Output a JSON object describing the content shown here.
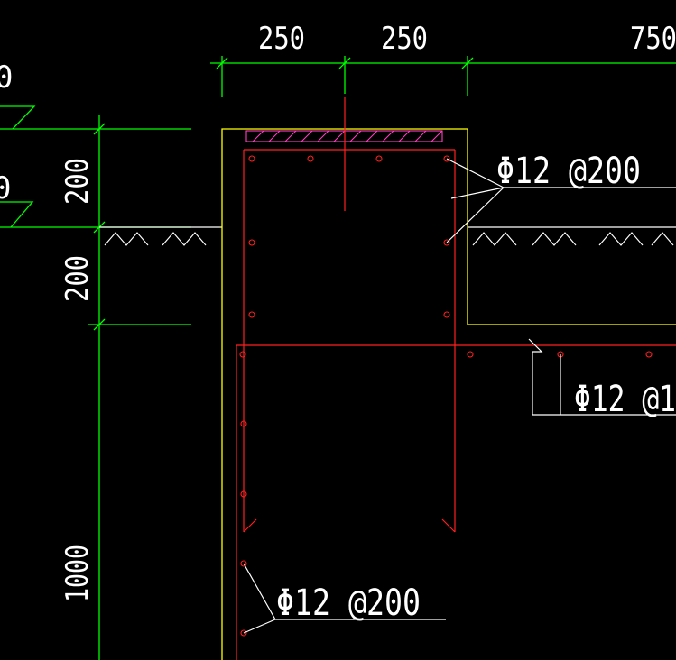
{
  "colors": {
    "background": "#000000",
    "dimension": "#00ff00",
    "concrete": "#ffff00",
    "rebar": "#ff2020",
    "text": "#ffffff",
    "hatch": "#ff40c0"
  },
  "dimensions": {
    "top": [
      "250",
      "250",
      "750"
    ],
    "left_vertical": [
      "200",
      "200",
      "1000"
    ],
    "left_edge_fragments": [
      "0",
      "0"
    ]
  },
  "annotations": {
    "rebar_upper": "Φ12 @200",
    "rebar_right": "Φ12 @1",
    "rebar_lower": "Φ12 @200"
  }
}
